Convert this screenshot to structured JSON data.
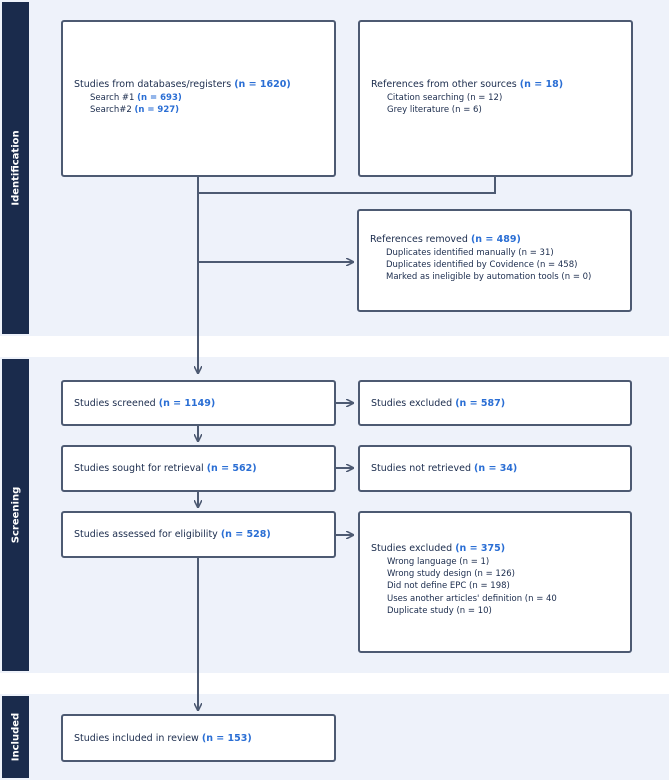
{
  "sections": {
    "identification": "Identification",
    "screening": "Screening",
    "included": "Included"
  },
  "databases": {
    "title": "Studies from databases/registers",
    "count": "(n = 1620)",
    "items": [
      {
        "label": "Search #1",
        "count": "(n = 693)"
      },
      {
        "label": "Search#2",
        "count": "(n = 927)"
      }
    ]
  },
  "other_sources": {
    "title": "References from other sources",
    "count": "(n = 18)",
    "items": [
      "Citation searching (n = 12)",
      "Grey literature (n = 6)"
    ]
  },
  "removed": {
    "title": "References removed",
    "count": "(n = 489)",
    "items": [
      "Duplicates identified manually (n = 31)",
      "Duplicates identified by Covidence (n = 458)",
      "Marked as ineligible by automation tools (n = 0)"
    ]
  },
  "screened": {
    "title": "Studies screened",
    "count": "(n = 1149)"
  },
  "screened_excluded": {
    "title": "Studies excluded",
    "count": "(n = 587)"
  },
  "sought": {
    "title": "Studies sought for retrieval",
    "count": "(n = 562)"
  },
  "not_retrieved": {
    "title": "Studies not retrieved",
    "count": "(n = 34)"
  },
  "assessed": {
    "title": "Studies assessed for eligibility",
    "count": "(n = 528)"
  },
  "assessed_excluded": {
    "title": "Studies excluded",
    "count": "(n = 375)",
    "items": [
      "Wrong language (n = 1)",
      "Wrong study design (n = 126)",
      "Did not define EPC (n = 198)",
      "Uses another articles' definition (n = 40",
      "Duplicate study (n = 10)"
    ]
  },
  "included_box": {
    "title": "Studies included in review",
    "count": "(n = 153)"
  },
  "colors": {
    "navy": "#1a2b4c",
    "accent": "#2a6ed4",
    "band": "#eef2fa",
    "border": "#4d5a72"
  }
}
